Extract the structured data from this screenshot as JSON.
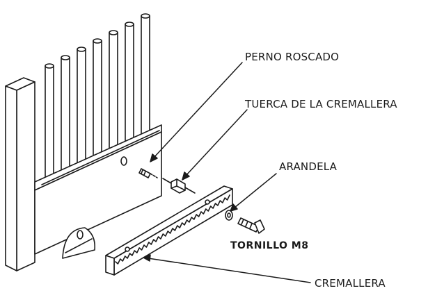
{
  "labels": {
    "perno_roscado": "PERNO ROSCADO",
    "tuerca": "TUERCA DE LA CREMALLERA",
    "arandela": "ARANDELA",
    "tornillo": "TORNILLO M8",
    "cremallera": "CREMALLERA"
  },
  "colors": {
    "line": "#1a1a1a",
    "fill": "#ffffff"
  }
}
